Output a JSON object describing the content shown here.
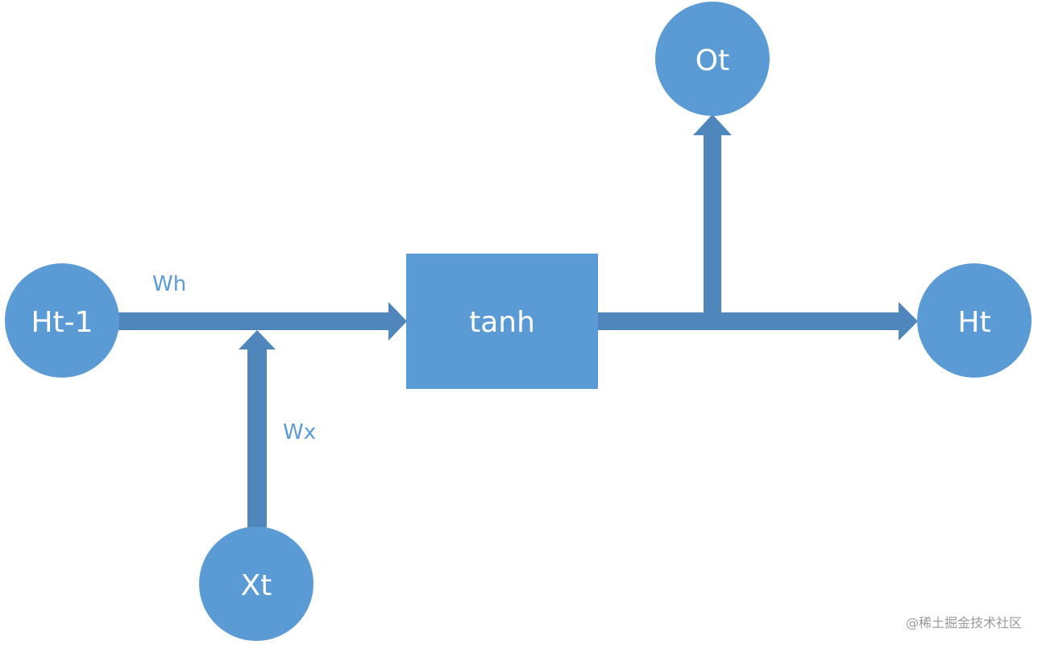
{
  "diagram": {
    "nodes": {
      "h_prev": "Ht-1",
      "x_t": "Xt",
      "activation": "tanh",
      "output": "Ot",
      "h_next": "Ht"
    },
    "edges": {
      "wh": "Wh",
      "wx": "Wx"
    },
    "colors": {
      "node_fill": "#5b9bd5",
      "arrow_fill": "#4f87bd",
      "label_text": "#ffffff",
      "weight_text": "#5b9bd5"
    }
  },
  "watermark": "@稀土掘金技术社区"
}
